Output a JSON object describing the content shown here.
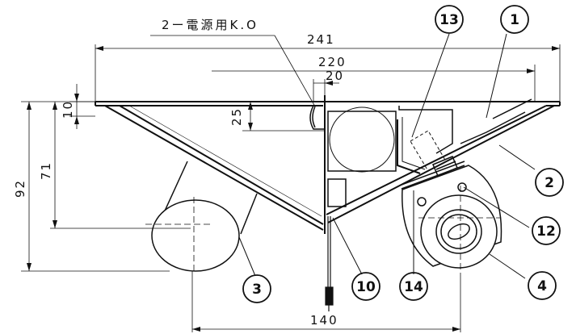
{
  "note": {
    "label": "2ー電源用K.O"
  },
  "dimensions": {
    "d241": "241",
    "d220": "220",
    "d20": "20",
    "d25": "25",
    "d10": "10",
    "d71": "71",
    "d92": "92",
    "d140": "140"
  },
  "balloons": {
    "b1": "1",
    "b2": "2",
    "b3": "3",
    "b4": "4",
    "b10": "10",
    "b12": "12",
    "b13": "13",
    "b14": "14"
  }
}
